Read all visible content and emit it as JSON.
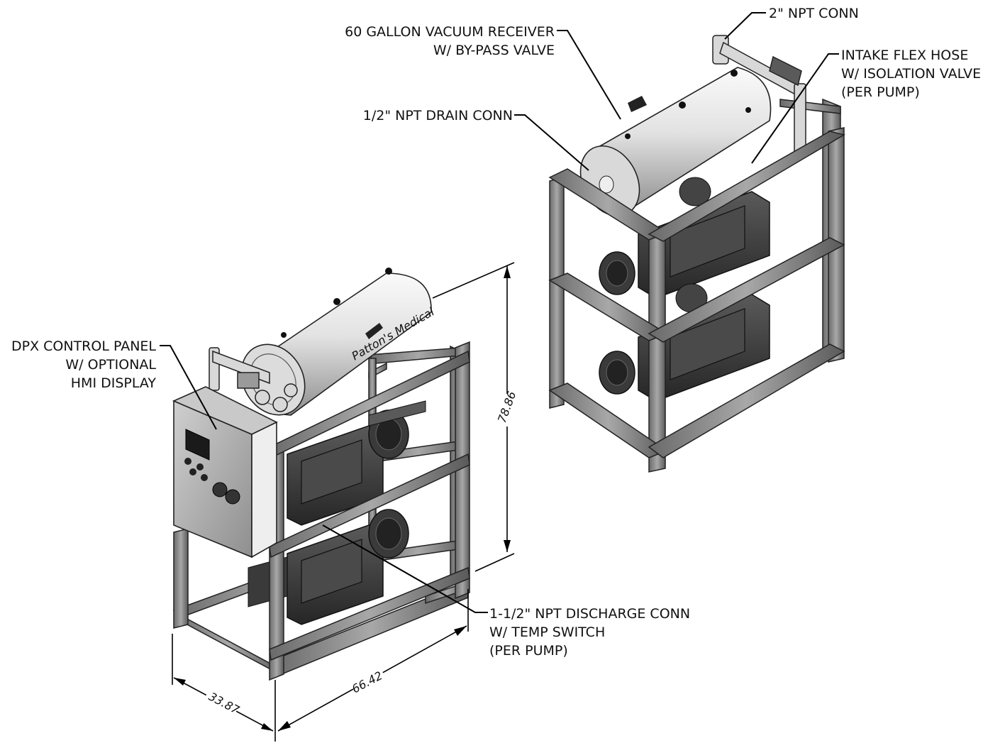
{
  "callouts": {
    "npt_conn_2": "2\" NPT CONN",
    "receiver_line1": "60 GALLON VACUUM RECEIVER",
    "receiver_line2": "W/ BY-PASS VALVE",
    "intake_line1": "INTAKE FLEX HOSE",
    "intake_line2": "W/ ISOLATION VALVE",
    "intake_line3": "(PER PUMP)",
    "drain": "1/2\" NPT DRAIN CONN",
    "panel_line1": "DPX CONTROL PANEL",
    "panel_line2": "W/ OPTIONAL",
    "panel_line3": "HMI DISPLAY",
    "discharge_line1": "1-1/2\" NPT DISCHARGE CONN",
    "discharge_line2": "W/ TEMP SWITCH",
    "discharge_line3": "(PER PUMP)"
  },
  "dimensions": {
    "height": "78.86",
    "width": "66.42",
    "depth": "33.87"
  },
  "branding": {
    "tank_logo": "Patton's Medical"
  },
  "colors": {
    "frame": "#8a8a8a",
    "frame_dark": "#4a4a4a",
    "tank": "#e6e6e6",
    "pump": "#3a3a3a",
    "panel": "#b8b8b8"
  }
}
